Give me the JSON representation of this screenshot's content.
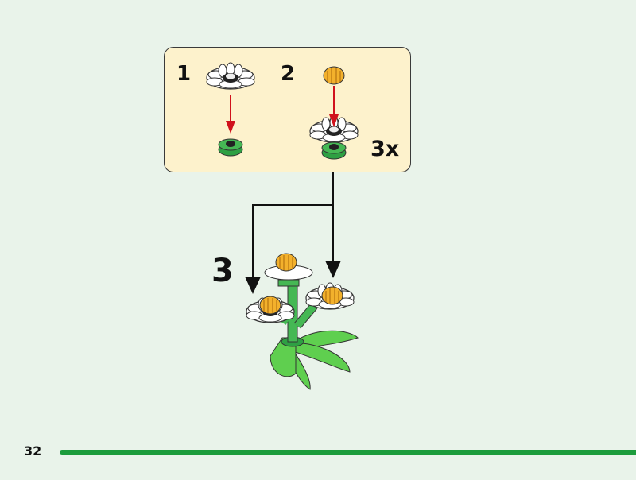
{
  "callout": {
    "substeps": [
      {
        "label": "1"
      },
      {
        "label": "2"
      }
    ],
    "multiplier": "3x"
  },
  "step": {
    "number": "3"
  },
  "footer": {
    "page_number": "32"
  },
  "colors": {
    "background": "#e9f3ea",
    "callout_bg": "#fdf2cc",
    "progress_bar": "#1c9c3c",
    "arrow_red": "#d0121c"
  }
}
